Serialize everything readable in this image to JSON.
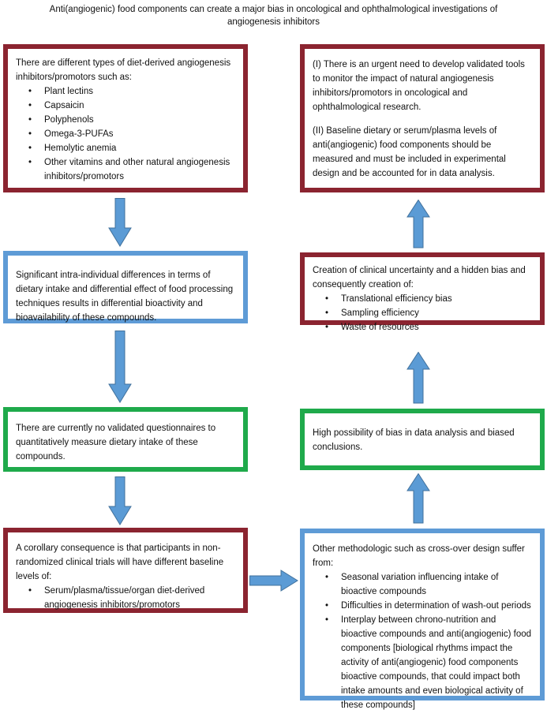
{
  "title": "Anti(angiogenic) food components can create a major bias in oncological and ophthalmological investigations of angiogenesis inhibitors",
  "boxes": {
    "diet_types": {
      "intro": "There are different types of diet-derived angiogenesis inhibitors/promotors such as:",
      "items": [
        "Plant lectins",
        "Capsaicin",
        "Polyphenols",
        "Omega-3-PUFAs",
        "Hemolytic anemia",
        "Other vitamins and other natural angiogenesis inhibitors/promotors"
      ]
    },
    "intra_individual": {
      "text": "Significant intra-individual differences in terms of dietary intake and differential effect of food processing techniques results in differential bioactivity and bioavailability of these compounds."
    },
    "questionnaires": {
      "text": "There are currently no validated questionnaires to quantitatively measure dietary intake of these compounds."
    },
    "corollary": {
      "intro": "A corollary consequence is that participants in non-randomized clinical trials will have different baseline levels of:",
      "items": [
        "Serum/plasma/tissue/organ diet-derived angiogenesis inhibitors/promotors"
      ]
    },
    "urgent_need": {
      "para1": "(I) There is an urgent need to develop validated tools to monitor the impact of natural angiogenesis inhibitors/promotors in oncological and ophthalmological research.",
      "para2": "(II) Baseline dietary or serum/plasma levels of anti(angiogenic) food components should be measured and must be included in experimental design and be accounted for in data analysis."
    },
    "uncertainty": {
      "intro": "Creation of clinical uncertainty and a hidden bias and consequently creation of:",
      "items": [
        "Translational efficiency bias",
        "Sampling efficiency",
        "Waste of resources"
      ]
    },
    "bias": {
      "text": "High possibility of bias in data analysis and biased conclusions."
    },
    "methodologic": {
      "intro": "Other methodologic such as cross-over design suffer from:",
      "items": [
        "Seasonal variation influencing intake of bioactive compounds",
        "Difficulties in determination of wash-out periods",
        "Interplay between chrono-nutrition and bioactive compounds and anti(angiogenic) food components [biological rhythms impact the activity of anti(angiogenic) food components bioactive compounds, that could impact both intake amounts and even biological activity of these compounds]"
      ]
    }
  },
  "colors": {
    "red_border": "#8b2430",
    "blue_border": "#5e9bd6",
    "green_border": "#1faa4b",
    "arrow_fill": "#5b9bd5",
    "arrow_stroke": "#41719c"
  }
}
